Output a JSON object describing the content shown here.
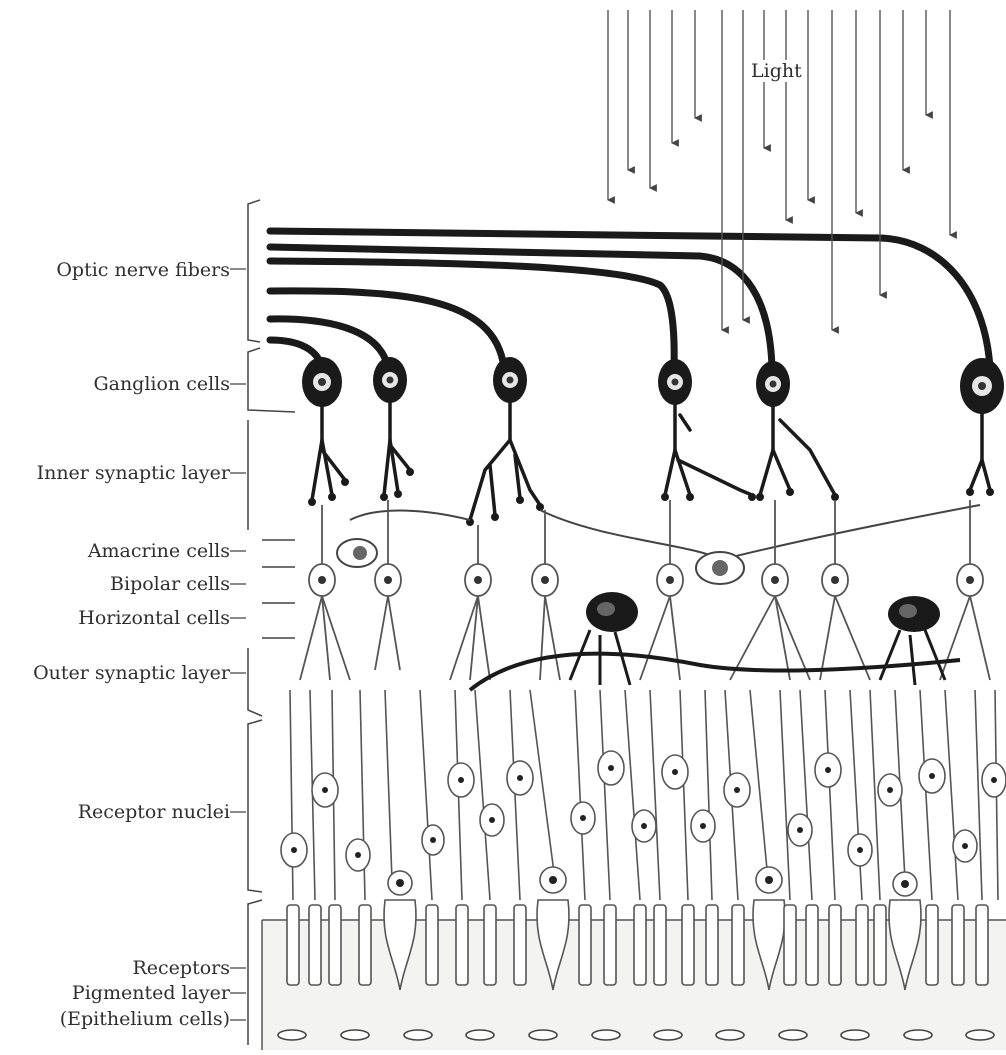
{
  "title_light": "Light",
  "layers": [
    {
      "key": "optic",
      "label": "Optic nerve fibers"
    },
    {
      "key": "ganglion",
      "label": "Ganglion cells"
    },
    {
      "key": "inner",
      "label": "Inner synaptic layer"
    },
    {
      "key": "amacrine",
      "label": "Amacrine cells"
    },
    {
      "key": "bipolar",
      "label": "Bipolar cells"
    },
    {
      "key": "horizontal",
      "label": "Horizontal cells"
    },
    {
      "key": "outer",
      "label": "Outer synaptic layer"
    },
    {
      "key": "nuclei",
      "label": "Receptor nuclei"
    },
    {
      "key": "receptors",
      "label": "Receptors"
    },
    {
      "key": "pigmented",
      "label": "Pigmented layer"
    },
    {
      "key": "epithelium",
      "label": "(Epithelium cells)"
    }
  ]
}
